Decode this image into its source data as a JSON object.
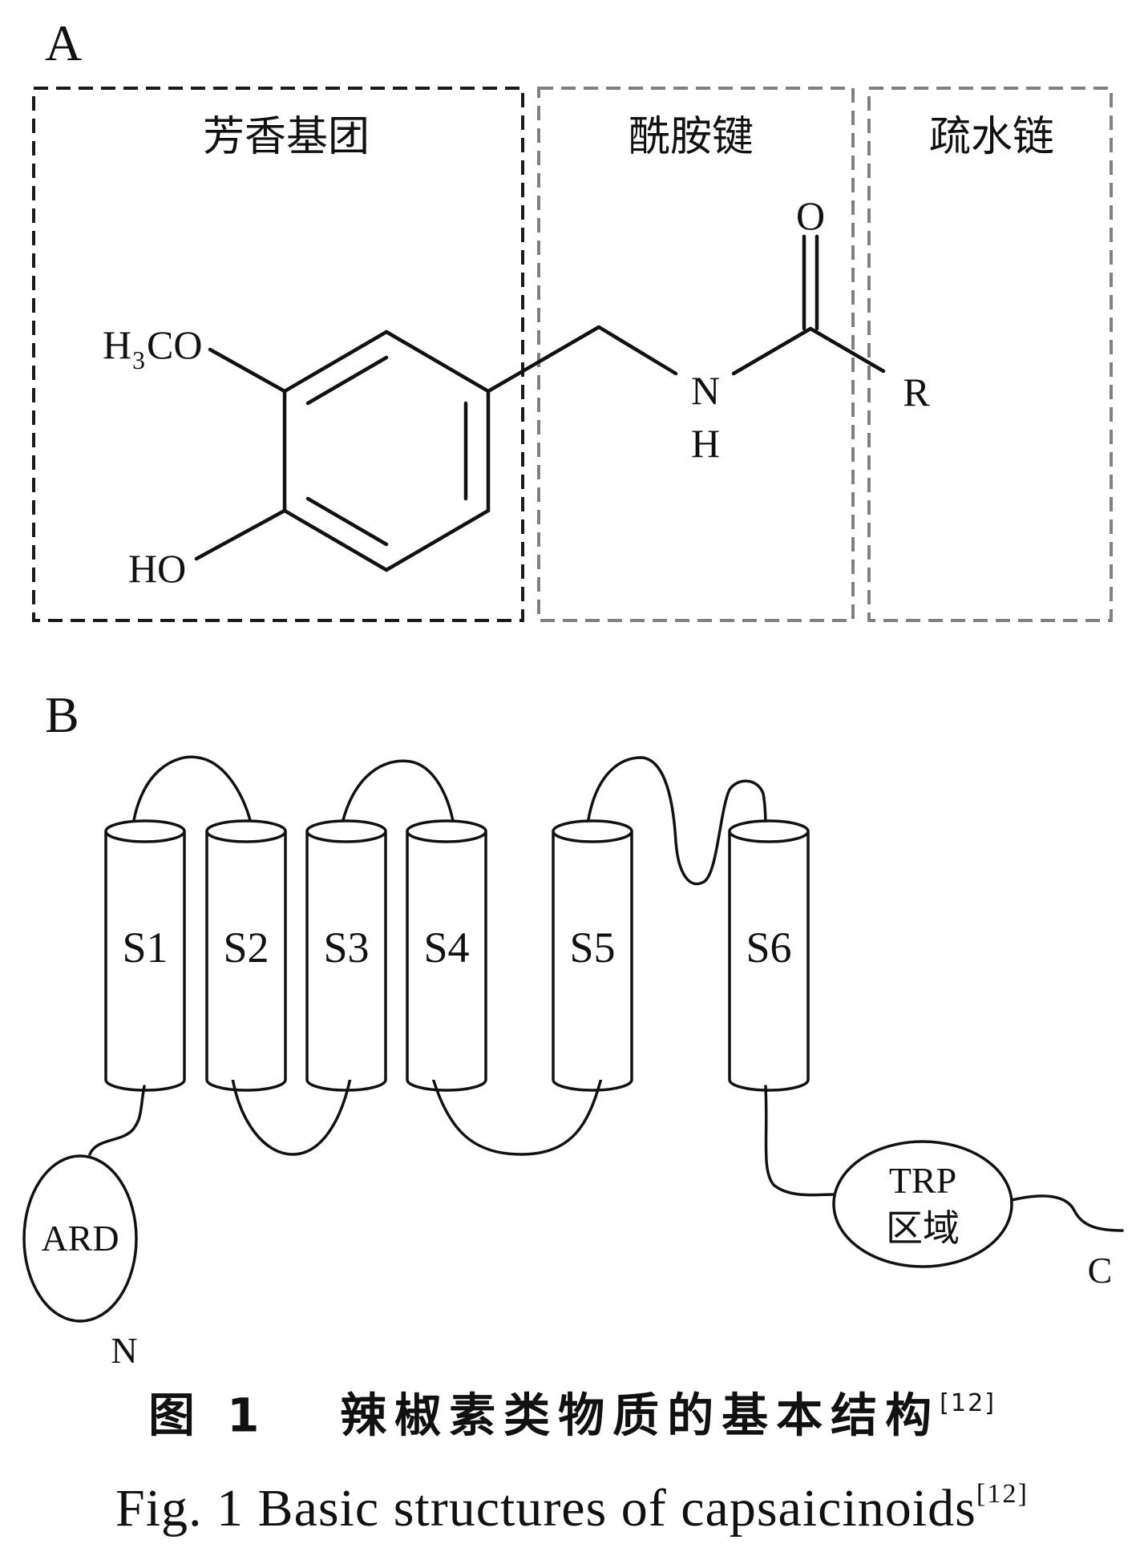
{
  "panel_a": {
    "label": "A",
    "regions": {
      "aromatic": "芳香基团",
      "amide": "酰胺键",
      "hydrophobic": "疏水链"
    },
    "atoms": {
      "h3co_h": "H",
      "h3co_sub": "3",
      "h3co_co": "CO",
      "ho": "HO",
      "n": "N",
      "nh_h": "H",
      "o": "O",
      "r": "R"
    }
  },
  "panel_b": {
    "label": "B",
    "helices": [
      "S1",
      "S2",
      "S3",
      "S4",
      "S5",
      "S6"
    ],
    "ard": "ARD",
    "trp_line1": "TRP",
    "trp_line2": "区域",
    "n_term": "N",
    "c_term": "C"
  },
  "caption": {
    "zh_prefix": "图 1",
    "zh_title": "辣椒素类物质的基本结构",
    "ref": "[12]",
    "en_title": "Fig. 1 Basic structures of capsaicinoids"
  },
  "colors": {
    "black_box": "#1a1a1a",
    "gray_box": "#808080",
    "ink": "#111111"
  }
}
